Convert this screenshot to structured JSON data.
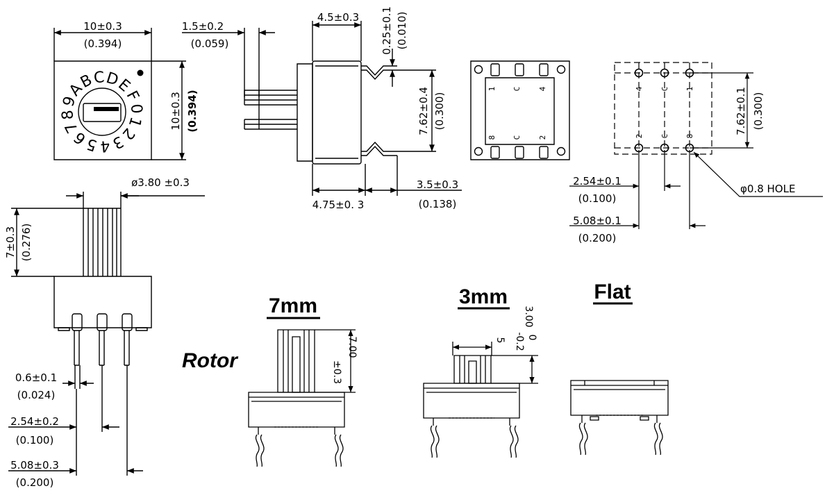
{
  "top_dims": {
    "width_mm": "10±0.3",
    "width_in": "(0.394)",
    "height_mm": "10±0.3",
    "height_in": "(0.394)",
    "lead_t_mm": "1.5±0.2",
    "lead_t_in": "(0.059)",
    "body_w_mm": "4.5±0.3",
    "lead_thk_mm": "0.25±0.1",
    "lead_thk_in": "(0.010)",
    "pin_span_mm": "7.62±0.4",
    "pin_span_in": "(0.300)",
    "body_len_mm": "4.75±0. 3",
    "lead_len_mm": "3.5±0.3",
    "lead_len_in": "(0.138)"
  },
  "dial": {
    "chars": [
      "0",
      "1",
      "2",
      "3",
      "4",
      "5",
      "6",
      "7",
      "8",
      "9",
      "A",
      "B",
      "C",
      "D",
      "E",
      "F"
    ]
  },
  "pins": {
    "top": [
      "1",
      "C",
      "4"
    ],
    "bottom": [
      "8",
      "C",
      "2"
    ]
  },
  "pcb": {
    "span_mm": "7.62±0.1",
    "span_in": "(0.300)",
    "pitch_mm": "2.54±0.1",
    "pitch_in": "(0.100)",
    "row_mm": "5.08±0.1",
    "row_in": "(0.200)",
    "hole_label": "φ0.8  HOLE",
    "top": [
      "4",
      "C",
      "1"
    ],
    "bottom": [
      "2",
      "C",
      "8"
    ]
  },
  "side": {
    "shaft_dia": "ø3.80 ±0.3",
    "height_mm": "7±0.3",
    "height_in": "(0.276)",
    "pin_w_mm": "0.6±0.1",
    "pin_w_in": "(0.024)",
    "pitch_mm": "2.54±0.2",
    "pitch_in": "(0.100)",
    "row_mm": "5.08±0.3",
    "row_in": "(0.200)"
  },
  "rotor": {
    "label": "Rotor",
    "opt_7mm": "7mm",
    "opt_3mm": "3mm",
    "opt_flat": "Flat",
    "h7_a": "7.00",
    "h7_b": "±0.3",
    "h3_a": "3.00",
    "h3_b": "0",
    "h3_c": "-0.2",
    "h3_d": "5"
  }
}
